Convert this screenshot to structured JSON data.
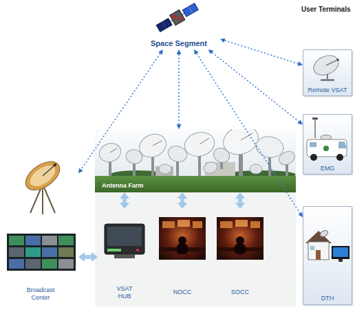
{
  "diagram": {
    "nodes": [
      {
        "text": [
          "Space Segment"
        ]
      },
      {
        "text": [
          "Remote VSAT"
        ]
      },
      {
        "text": [
          "EMG"
        ]
      },
      {
        "text": [
          "Antenna Farm"
        ]
      },
      {
        "text": [
          "Broadcast Center"
        ]
      },
      {
        "text": [
          "VSAT HUB"
        ]
      },
      {
        "text": [
          "NOCC"
        ]
      },
      {
        "text": [
          "SOCC"
        ]
      },
      {
        "text": [
          "DTH"
        ]
      }
    ],
    "edges": [
      {
        "from": 0,
        "to": 1,
        "arrow": "both"
      },
      {
        "from": 0,
        "to": 2,
        "arrow": "both"
      },
      {
        "from": 0,
        "to": 8,
        "arrow": "both"
      },
      {
        "from": 0,
        "to": 3,
        "arrow": "both"
      },
      {
        "from": 0,
        "to": 4,
        "arrow": "both"
      },
      {
        "from": 4,
        "to": 5,
        "arrow": "both"
      },
      {
        "from": 3,
        "to": 5,
        "arrow": "both"
      },
      {
        "from": 3,
        "to": 6,
        "arrow": "both"
      },
      {
        "from": 3,
        "to": 7,
        "arrow": "both"
      }
    ],
    "labels": [
      "User Terminals"
    ]
  }
}
